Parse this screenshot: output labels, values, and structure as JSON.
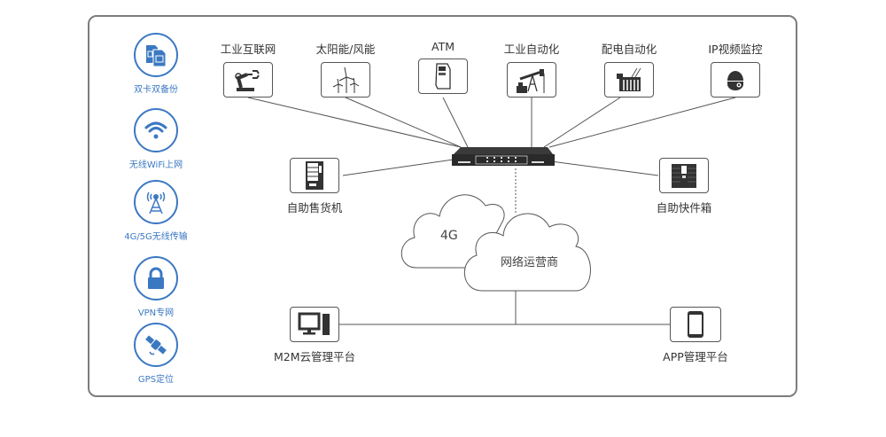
{
  "features": [
    {
      "label": "双卡双备份",
      "icon": "dual-sim-icon"
    },
    {
      "label": "无线WiFi上网",
      "icon": "wifi-icon"
    },
    {
      "label": "4G/5G无线传输",
      "icon": "cell-tower-icon"
    },
    {
      "label": "VPN专网",
      "icon": "lock-icon"
    },
    {
      "label": "GPS定位",
      "icon": "satellite-icon"
    }
  ],
  "top_devices": [
    {
      "label": "工业互联网",
      "icon": "robot-arm-icon"
    },
    {
      "label": "太阳能/风能",
      "icon": "wind-turbine-icon"
    },
    {
      "label": "ATM",
      "icon": "atm-icon"
    },
    {
      "label": "工业自动化",
      "icon": "oil-pump-icon"
    },
    {
      "label": "配电自动化",
      "icon": "transformer-icon"
    },
    {
      "label": "IP视频监控",
      "icon": "dome-camera-icon"
    }
  ],
  "side_devices": {
    "left": {
      "label": "自助售货机",
      "icon": "vending-machine-icon"
    },
    "right": {
      "label": "自助快件箱",
      "icon": "parcel-locker-icon"
    }
  },
  "hub": {
    "name": "router",
    "icon": "router-icon"
  },
  "clouds": {
    "network_4g": "4G",
    "operator": "网络运营商"
  },
  "platforms": {
    "m2m": {
      "label": "M2M云管理平台",
      "icon": "desktop-computer-icon"
    },
    "app": {
      "label": "APP管理平台",
      "icon": "smartphone-icon"
    }
  },
  "colors": {
    "accent": "#3b78c2",
    "line": "#555555",
    "frame": "#7d7d7d"
  }
}
